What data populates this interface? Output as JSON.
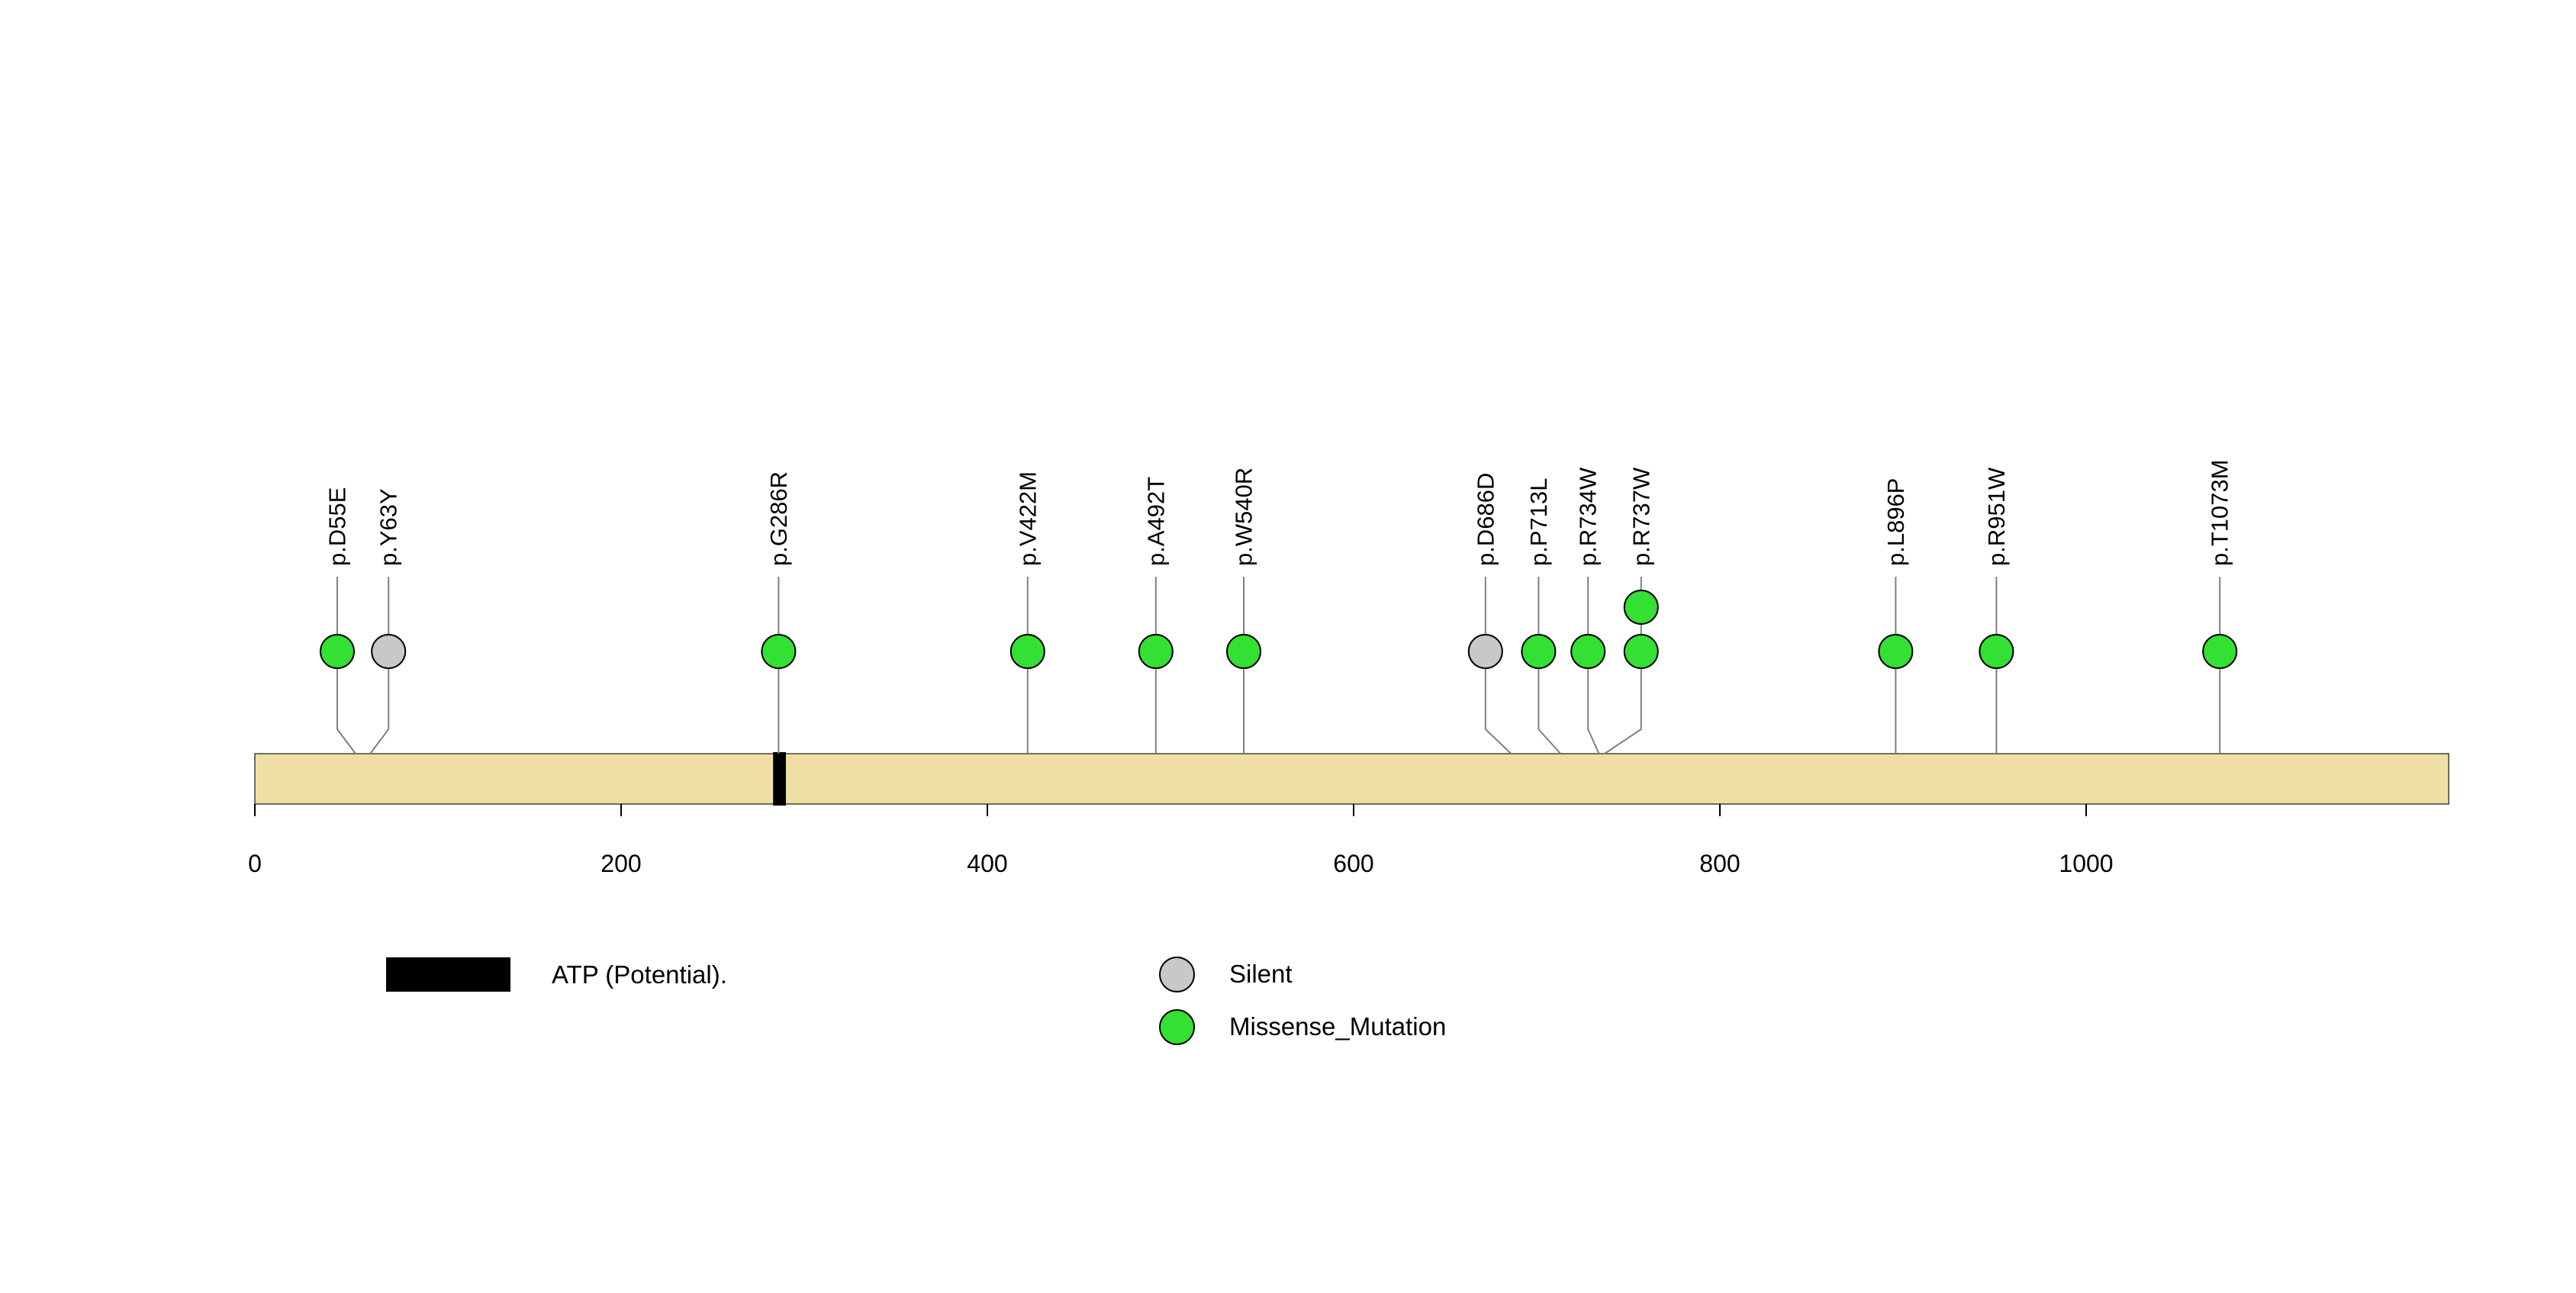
{
  "chart_data": {
    "type": "lollipop",
    "title": "",
    "xlabel": "",
    "xlim": [
      0,
      1198
    ],
    "xticks": [
      0,
      200,
      400,
      600,
      800,
      1000
    ],
    "protein_bar_color": "#F0DFA4",
    "stem_color": "#808080",
    "domains": [
      {
        "name": "ATP (Potential).",
        "start": 283,
        "end": 290,
        "color": "#000000"
      }
    ],
    "mutation_types": [
      {
        "name": "Silent",
        "color": "#C8C8C8"
      },
      {
        "name": "Missense_Mutation",
        "color": "#33E033"
      }
    ],
    "mutations": [
      {
        "label": "p.D55E",
        "pos": 55,
        "display_pos": 45,
        "type": "Missense_Mutation",
        "count": 1
      },
      {
        "label": "p.Y63Y",
        "pos": 63,
        "display_pos": 73,
        "type": "Silent",
        "count": 1
      },
      {
        "label": "p.G286R",
        "pos": 286,
        "display_pos": 286,
        "type": "Missense_Mutation",
        "count": 1
      },
      {
        "label": "p.V422M",
        "pos": 422,
        "display_pos": 422,
        "type": "Missense_Mutation",
        "count": 1
      },
      {
        "label": "p.A492T",
        "pos": 492,
        "display_pos": 492,
        "type": "Missense_Mutation",
        "count": 1
      },
      {
        "label": "p.W540R",
        "pos": 540,
        "display_pos": 540,
        "type": "Missense_Mutation",
        "count": 1
      },
      {
        "label": "p.D686D",
        "pos": 686,
        "display_pos": 672,
        "type": "Silent",
        "count": 1
      },
      {
        "label": "p.P713L",
        "pos": 713,
        "display_pos": 701,
        "type": "Missense_Mutation",
        "count": 1
      },
      {
        "label": "p.R734W",
        "pos": 734,
        "display_pos": 728,
        "type": "Missense_Mutation",
        "count": 1
      },
      {
        "label": "p.R737W",
        "pos": 737,
        "display_pos": 757,
        "type": "Missense_Mutation",
        "count": 2
      },
      {
        "label": "p.L896P",
        "pos": 896,
        "display_pos": 896,
        "type": "Missense_Mutation",
        "count": 1
      },
      {
        "label": "p.R951W",
        "pos": 951,
        "display_pos": 951,
        "type": "Missense_Mutation",
        "count": 1
      },
      {
        "label": "p.T1073M",
        "pos": 1073,
        "display_pos": 1073,
        "type": "Missense_Mutation",
        "count": 1
      }
    ],
    "legend": {
      "domain_label": "ATP (Potential).",
      "types": [
        "Silent",
        "Missense_Mutation"
      ]
    }
  }
}
